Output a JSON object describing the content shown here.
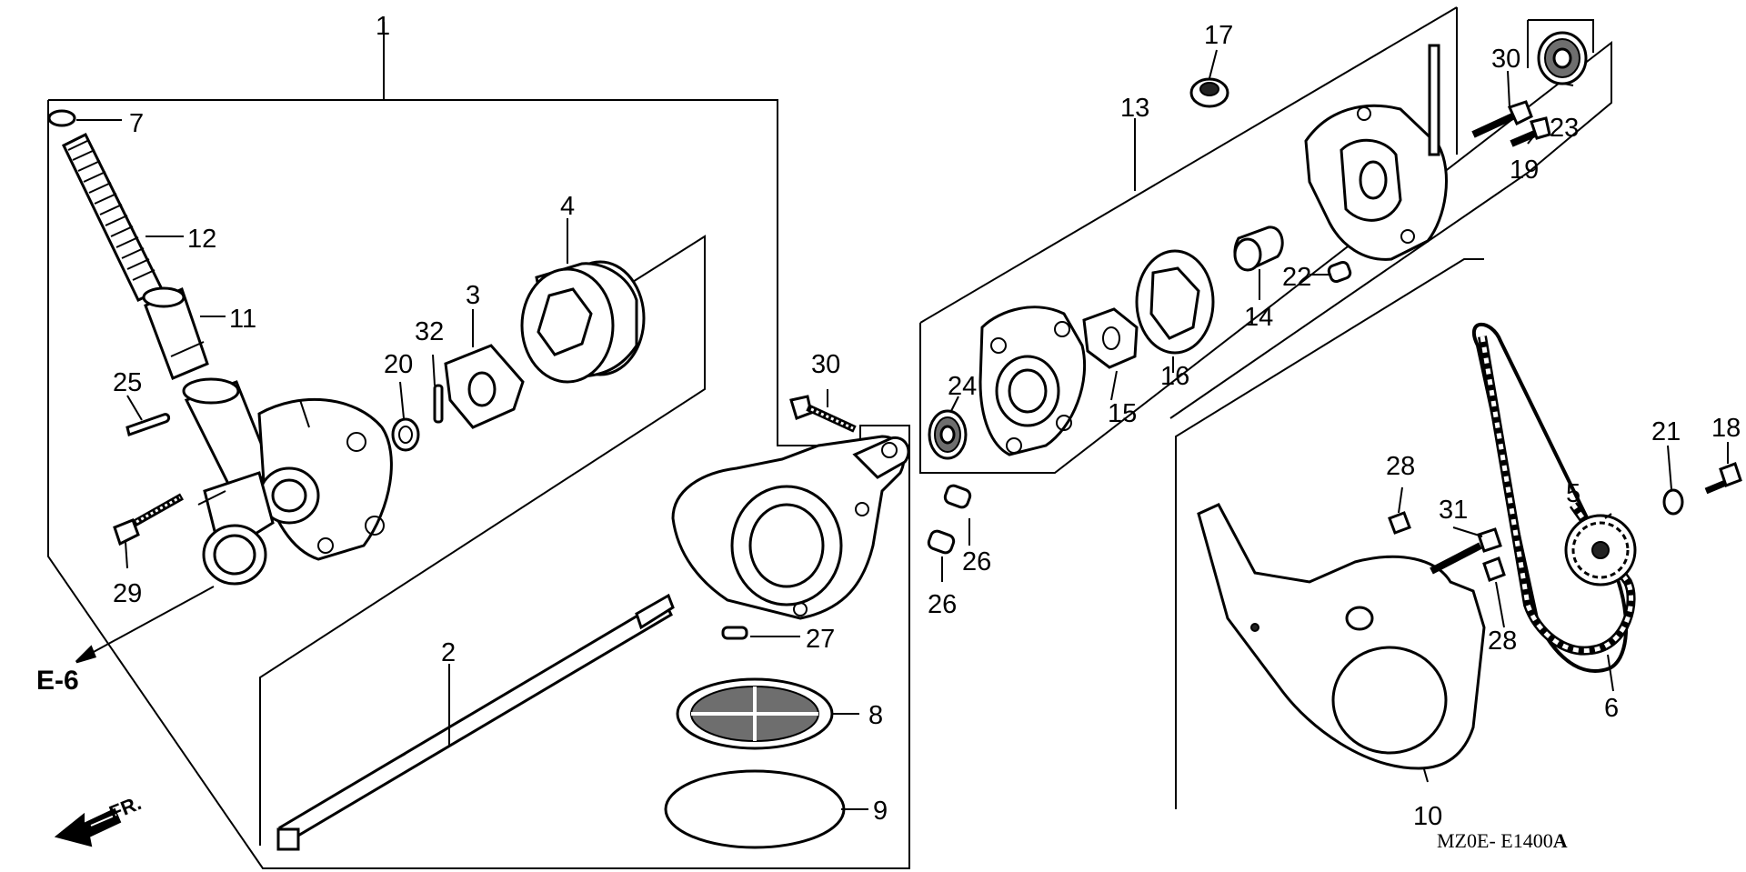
{
  "diagram": {
    "callouts": {
      "c1": "1",
      "c2": "2",
      "c3": "3",
      "c4": "4",
      "c5": "5",
      "c6": "6",
      "c7": "7",
      "c8": "8",
      "c9": "9",
      "c10": "10",
      "c11": "11",
      "c12": "12",
      "c13": "13",
      "c14": "14",
      "c15": "15",
      "c16": "16",
      "c17": "17",
      "c18": "18",
      "c19": "19",
      "c20": "20",
      "c21": "21",
      "c22": "22",
      "c23": "23",
      "c24": "24",
      "c25": "25",
      "c26a": "26",
      "c26b": "26",
      "c27": "27",
      "c28a": "28",
      "c28b": "28",
      "c29": "29",
      "c30a": "30",
      "c30b": "30",
      "c31": "31",
      "c32": "32"
    },
    "reference": "E-6",
    "front_arrow_label": "FR.",
    "drawing_code": "MZ0E- E1400",
    "drawing_code_suffix": "A"
  }
}
